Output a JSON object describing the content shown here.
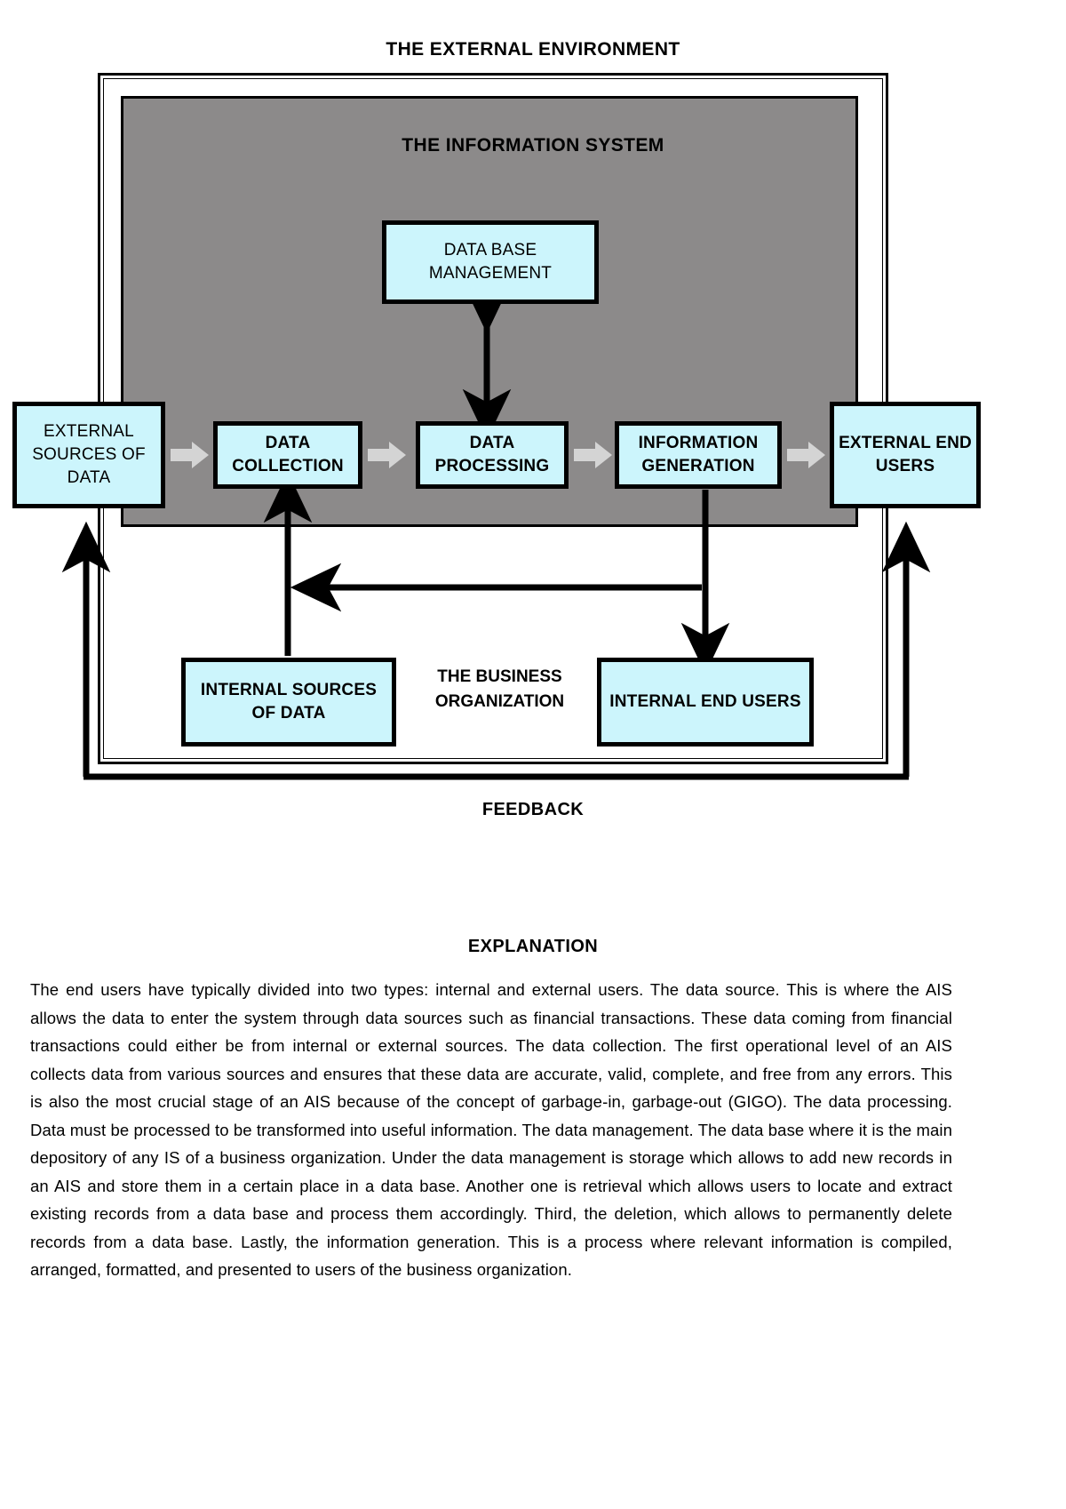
{
  "diagram": {
    "title_external_environment": "THE EXTERNAL ENVIRONMENT",
    "title_information_system": "THE INFORMATION SYSTEM",
    "title_business_organization": "THE BUSINESS ORGANIZATION",
    "title_feedback": "FEEDBACK",
    "nodes": {
      "external_sources": "EXTERNAL SOURCES OF DATA",
      "data_collection": "DATA COLLECTION",
      "data_processing": "DATA PROCESSING",
      "information_generation": "INFORMATION GENERATION",
      "external_end_users": "EXTERNAL END USERS",
      "data_base_management": "DATA BASE MANAGEMENT",
      "internal_sources": "INTERNAL SOURCES OF DATA",
      "internal_end_users": "INTERNAL END USERS"
    },
    "colors": {
      "box_fill": "#ccf5fc",
      "box_border": "#000000",
      "information_system_panel": "#8c8a8a",
      "chevron_arrow": "#d4d4d4",
      "connector": "#000000",
      "background": "#ffffff"
    }
  },
  "explanation": {
    "heading": "EXPLANATION",
    "body": "The end users have typically divided into two types: internal and external users. The data source. This is where the AIS allows the data to enter the system through data sources such as financial transactions. These data coming from financial transactions could either be from internal or external sources. The data collection. The first operational level of an AIS collects data from various sources and ensures that these data are accurate, valid, complete, and free from any errors. This is also the most crucial stage of an AIS because of the concept of garbage-in, garbage-out (GIGO). The data processing. Data must be processed to be transformed into useful information. The data management. The data base where it is the main depository of any IS of a business organization. Under the data management is storage which allows to add new records in an AIS and store them in a certain place in a data base. Another one is retrieval which allows users to locate and extract existing records from a data base and process them accordingly. Third, the deletion, which allows to permanently delete records from a data base. Lastly, the information generation. This is a process where relevant information is compiled, arranged, formatted, and presented to users of the business organization."
  }
}
